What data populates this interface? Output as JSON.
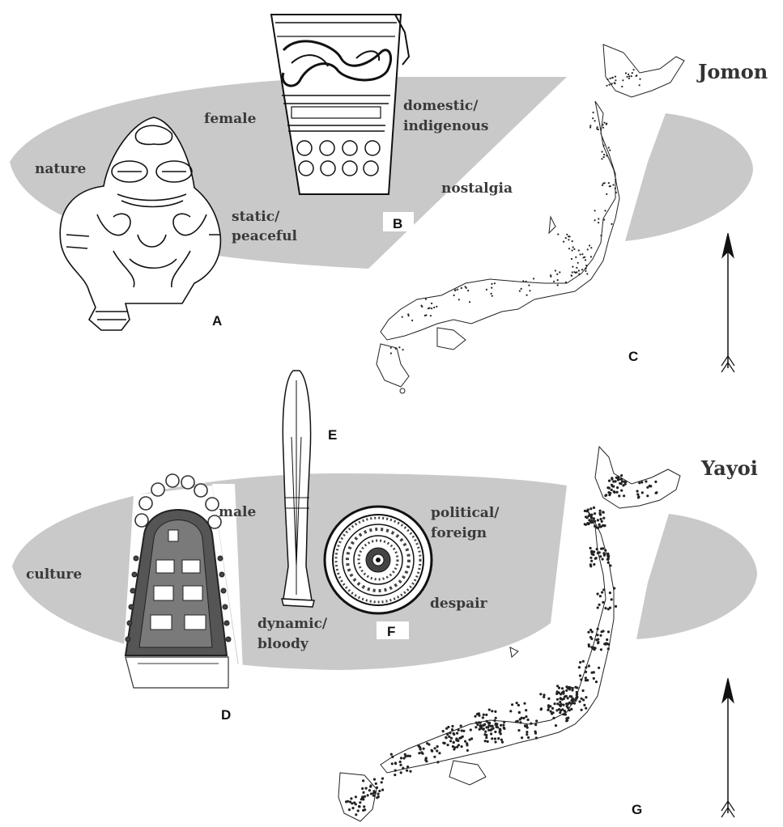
{
  "sections": {
    "jomon": {
      "title": "Jomon",
      "terms": {
        "nature": "nature",
        "female": "female",
        "domestic_1": "domestic/",
        "domestic_2": "indigenous",
        "static_1": "static/",
        "static_2": "peaceful",
        "nostalgia": "nostalgia"
      },
      "figure_letters": {
        "a": "A",
        "b": "B",
        "c": "C"
      }
    },
    "yayoi": {
      "title": "Yayoi",
      "terms": {
        "culture": "culture",
        "male": "male",
        "political_1": "political/",
        "political_2": "foreign",
        "dynamic_1": "dynamic/",
        "dynamic_2": "bloody",
        "despair": "despair"
      },
      "figure_letters": {
        "d": "D",
        "e": "E",
        "f": "F",
        "g": "G"
      }
    }
  },
  "colors": {
    "ellipse_fill": "#c9c9c9",
    "ink": "#111111",
    "label_text": "#3a3a3a"
  },
  "icons": {
    "a": "dogu-figurine-icon",
    "b": "jomon-pottery-vessel-icon",
    "c": "japan-site-map-icon",
    "d": "dotaku-bronze-bell-icon",
    "e": "bronze-dagger-icon",
    "f": "bronze-mirror-icon",
    "g": "japan-site-map-icon",
    "arrow": "north-arrow-icon"
  }
}
